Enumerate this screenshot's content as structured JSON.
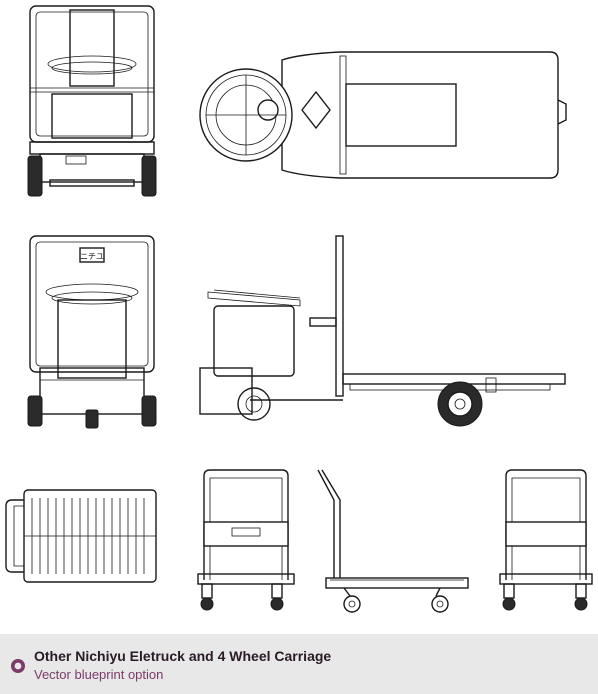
{
  "caption": {
    "title": "Other Nichiyu Eletruck and 4 Wheel Carriage",
    "subtitle": "Vector blueprint option",
    "icon": "radio-circle-icon",
    "icon_color": "#7a3b69",
    "background": "#e8e8e8"
  },
  "drawing": {
    "label_plate": "ニチユ"
  }
}
